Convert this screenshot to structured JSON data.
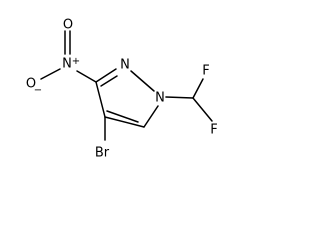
{
  "structure": {
    "atoms": {
      "o_top": "O",
      "n_nitro": "N",
      "n_nitro_charge": "+",
      "o_left": "O",
      "o_left_charge": "−",
      "n2": "N",
      "n1": "N",
      "f_top": "F",
      "f_bottom": "F",
      "br": "Br"
    }
  }
}
